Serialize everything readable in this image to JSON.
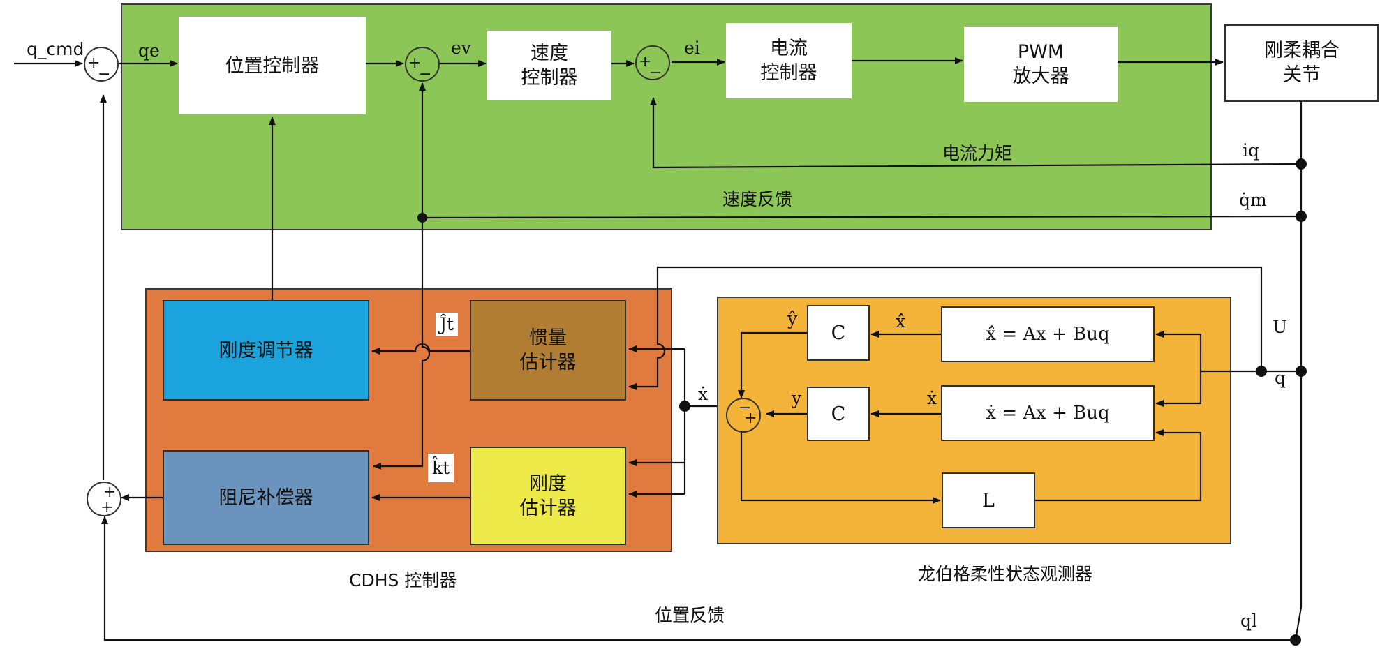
{
  "colors": {
    "green_region": "#8bc656",
    "orange_region": "#e07a3e",
    "yellow_region": "#f4b43a",
    "stiffness_regulator": "#1aa3dc",
    "damping_compensator": "#6a93bd",
    "inertia_estimator": "#b07d33",
    "stiffness_estimator": "#eeea4a",
    "wire": "#111111"
  },
  "blocks": {
    "position_controller": "位置控制器",
    "speed_controller": "速度\n控制器",
    "current_controller": "电流\n控制器",
    "pwm_amplifier": "PWM\n放大器",
    "joint": "刚柔耦合\n关节",
    "stiffness_regulator": "刚度调节器",
    "inertia_estimator": "惯量\n估计器",
    "damping_compensator": "阻尼补偿器",
    "stiffness_estimator": "刚度\n估计器",
    "c_top": "C",
    "c_bottom": "C",
    "eq_top": "ẋ̂ = Ax + Buq",
    "eq_bottom": "ẋ = Ax + Buq",
    "l_gain": "L"
  },
  "labels": {
    "q_cmd": "q_cmd",
    "qe": "qe",
    "ev": "ev",
    "ei": "ei",
    "current_torque": "电流力矩",
    "iq": "iq",
    "speed_feedback": "速度反馈",
    "qm_dot": "q̇m",
    "j_hat": "Ĵt",
    "k_hat": "k̂t",
    "x_dot": "ẋ",
    "y_hat": "ŷ",
    "xhat_dot": "ẋ̂",
    "y": "y",
    "x_dot_2": "ẋ",
    "u": "U",
    "q": "q",
    "cdhs_controller": "CDHS 控制器",
    "luenberger_observer": "龙伯格柔性状态观测器",
    "position_feedback": "位置反馈",
    "ql": "ql"
  },
  "signs": {
    "plus": "+",
    "minus": "−"
  }
}
